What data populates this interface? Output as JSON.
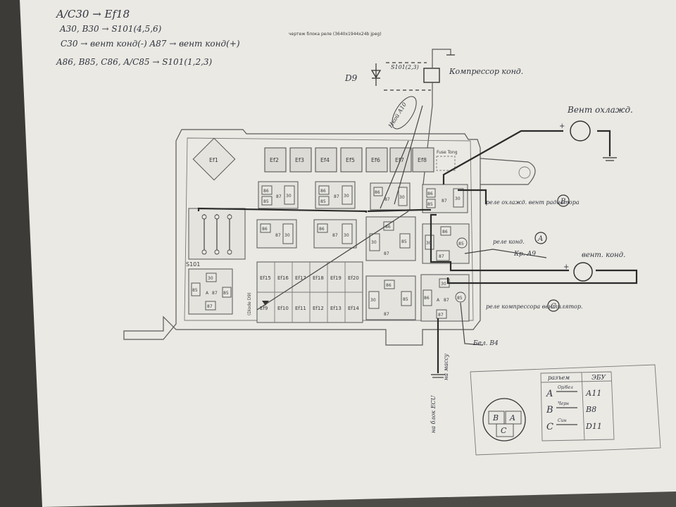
{
  "notes": [
    "A/C30 → Ef18",
    "A30, B30 → S101(4,5,6)",
    "C30 → вент конд(-) A87 → вент конд(+)",
    "A86, B85, C86, A/C85 → S101(1,2,3)"
  ],
  "header": {
    "file_caption": "чертеж блока реле (3640x1944x24b jpeg)"
  },
  "top_labels": {
    "d9": "D9",
    "s101_tag": "S101(2,3)",
    "compressor": "Компрессор конд.",
    "nyl_a10": "Нкой А10",
    "radiator_fan": "Вент охлажд.",
    "relay_b": "реле охлажд. вент радиатора",
    "relay_b_letter": "B",
    "relay_a": "реле конд.",
    "relay_a_letter": "A",
    "kr_a9": "Кр. А9",
    "cond_fan": "вент. конд.",
    "relay_c": "реле компрессора вентилятор.",
    "relay_c_letter": "C",
    "bel_b4": "Бел. В4",
    "to_ground": "на массу",
    "to_ecu": "на блок ЕСU"
  },
  "fuse_block": {
    "top_fuses": [
      "Ef1",
      "Ef2",
      "Ef3",
      "Ef4",
      "Ef5",
      "Ef6",
      "Ef7",
      "Ef8"
    ],
    "fuse_tong": "Fuse Tong",
    "lower_fuses_top": [
      "Ef15",
      "Ef16",
      "Ef17",
      "Ef18",
      "Ef19",
      "Ef20"
    ],
    "lower_fuses_bottom": [
      "Ef9",
      "Ef10",
      "Ef11",
      "Ef12",
      "Ef13",
      "Ef14"
    ],
    "s101": "S101",
    "diode": "(Diode D9)",
    "pins": {
      "p85": "85",
      "p86": "86",
      "p87": "87",
      "p30": "30",
      "pA": "A"
    }
  },
  "connector": {
    "b": "B",
    "a": "A",
    "c": "C"
  },
  "table": {
    "col1": "разъем",
    "col2": "ЭБУ",
    "rows": [
      {
        "pin": "A",
        "color": "Ор/бел",
        "ecu": "А11"
      },
      {
        "pin": "B",
        "color": "Черн",
        "ecu": "B8"
      },
      {
        "pin": "C",
        "color": "Син",
        "ecu": "D11"
      }
    ]
  },
  "colors": {
    "paper": "#eceae4",
    "ink_blue": "#2f3440",
    "wire": "#2b2b2b"
  }
}
